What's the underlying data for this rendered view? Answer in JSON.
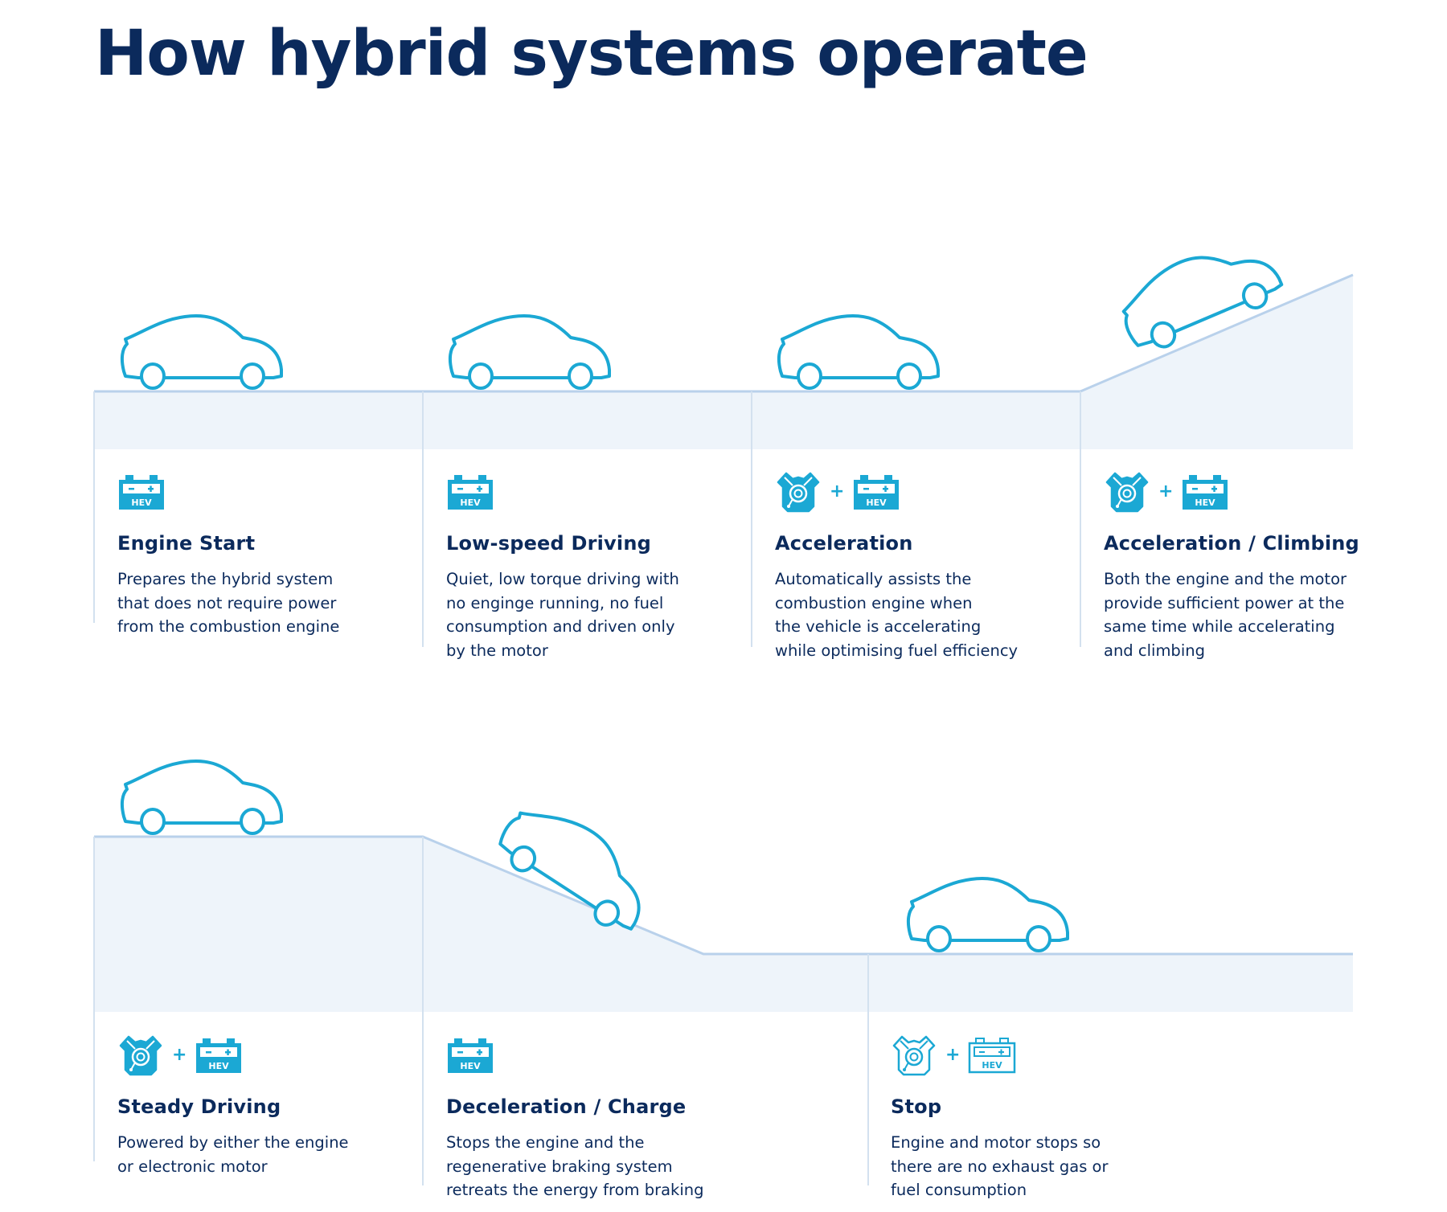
{
  "title": "How hybrid systems operate",
  "colors": {
    "heading": "#0b2a5c",
    "accent": "#1ba8d4",
    "ground_fill": "#eef4fa",
    "ground_line": "#b9d1eb"
  },
  "stages": [
    {
      "title": "Engine Start",
      "description": "Prepares the hybrid system\nthat does not require power\nfrom the combustion engine",
      "icons": [
        "battery-hev-icon"
      ],
      "car": "level"
    },
    {
      "title": "Low-speed Driving",
      "description": "Quiet, low torque driving with\nno enginge running, no fuel\nconsumption and driven only\nby the motor",
      "icons": [
        "battery-hev-icon"
      ],
      "car": "level"
    },
    {
      "title": "Acceleration",
      "description": "Automatically assists the\ncombustion engine when\nthe vehicle is accelerating\nwhile optimising fuel efficiency",
      "icons": [
        "engine-icon",
        "plus",
        "battery-hev-icon"
      ],
      "car": "level"
    },
    {
      "title": "Acceleration / Climbing",
      "description": "Both the engine and the motor\nprovide sufficient power at the\nsame time while accelerating\nand climbing",
      "icons": [
        "engine-icon",
        "plus",
        "battery-hev-icon"
      ],
      "car": "uphill"
    },
    {
      "title": "Steady Driving",
      "description": "Powered by either the engine\nor electronic motor",
      "icons": [
        "engine-icon",
        "plus",
        "battery-hev-icon"
      ],
      "car": "level"
    },
    {
      "title": "Deceleration / Charge",
      "description": "Stops the engine and the\nregenerative braking system\nretreats the energy from braking",
      "icons": [
        "battery-hev-icon"
      ],
      "car": "downhill"
    },
    {
      "title": "Stop",
      "description": "Engine and motor stops so\nthere are no exhaust gas or\nfuel consumption",
      "icons": [
        "engine-outline-icon",
        "plus",
        "battery-hev-outline-icon"
      ],
      "car": "level"
    }
  ],
  "battery_label": "HEV",
  "plus_sign": "+"
}
